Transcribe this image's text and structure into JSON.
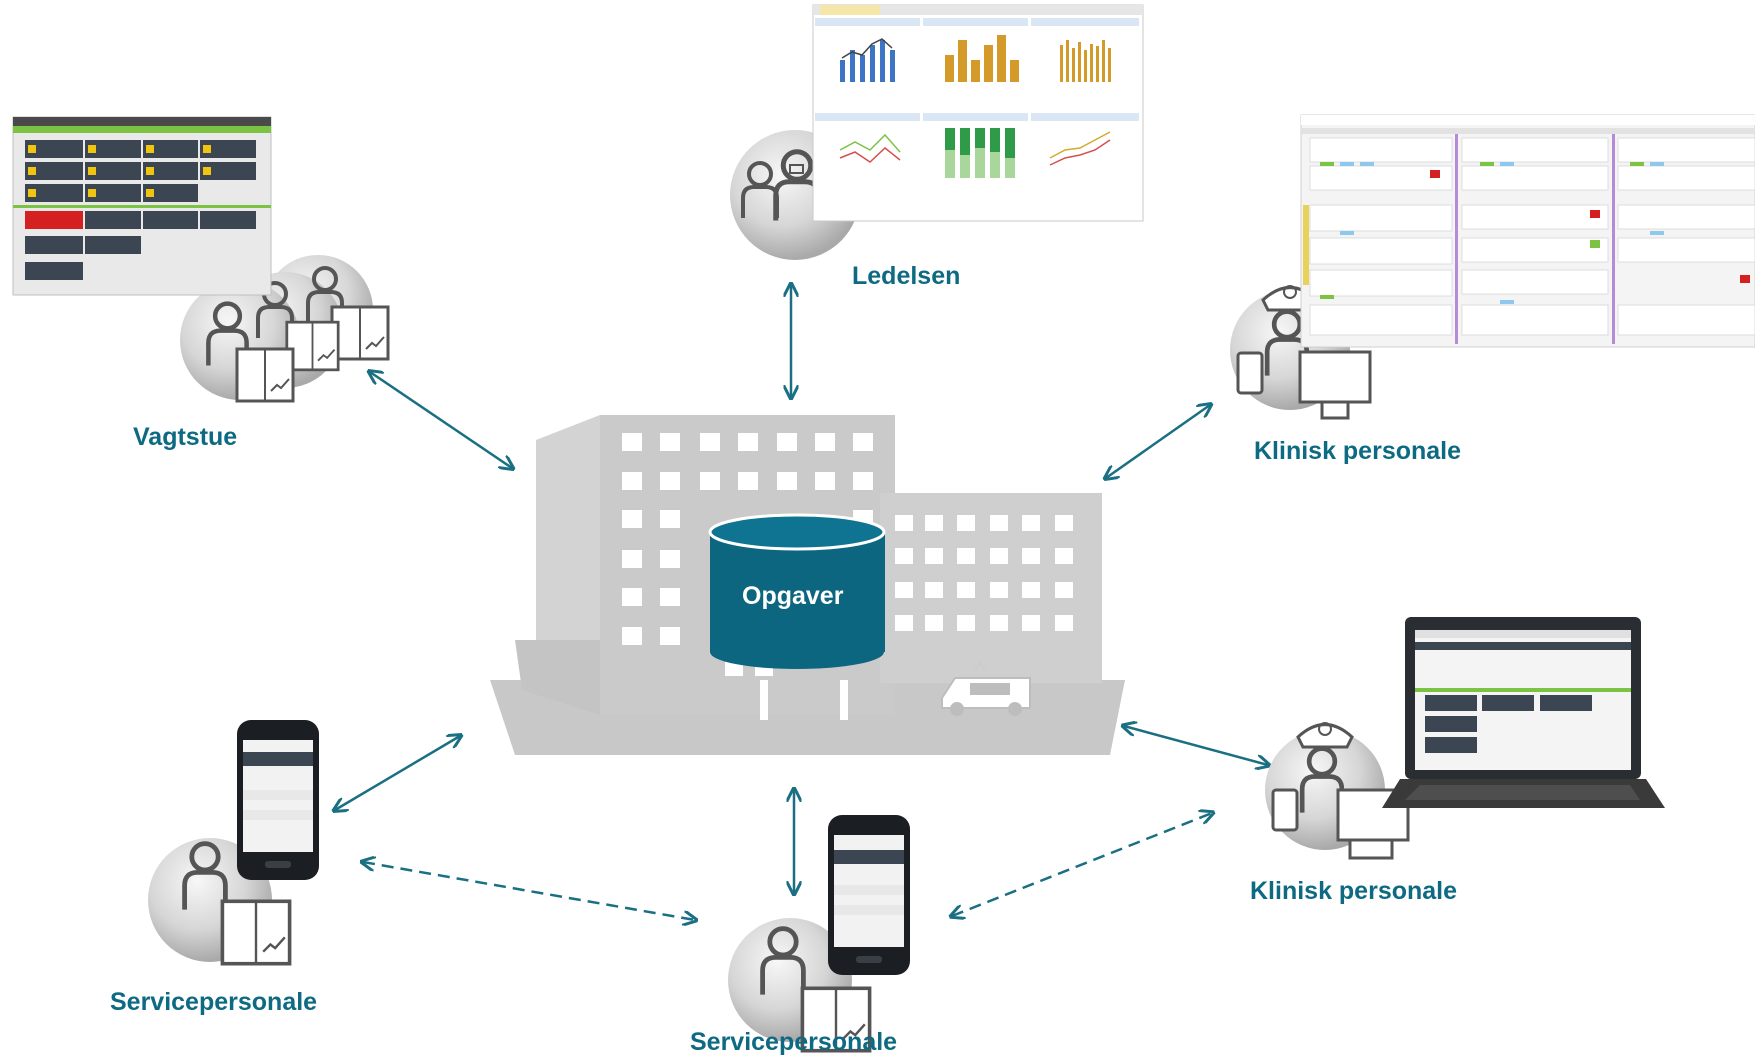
{
  "center": {
    "label": "Opgaver"
  },
  "nodes": {
    "ledelsen": "Ledelsen",
    "vagtstue": "Vagtstue",
    "klinisk_top": "Klinisk personale",
    "klinisk_bottom": "Klinisk personale",
    "service_left": "Servicepersonale",
    "service_bottom": "Servicepersonale"
  },
  "colors": {
    "accent": "#0e6a82",
    "arrow": "#1a6f83",
    "building": "#c8c8c8",
    "database": "#0c6680",
    "alert": "#d42020",
    "green_bar": "#7cc243"
  },
  "icons": [
    "people-group-icon",
    "person-tablet-icon",
    "nurse-icon",
    "hospital-building-icon",
    "database-icon",
    "ambulance-icon",
    "smartphone-icon",
    "laptop-icon"
  ]
}
